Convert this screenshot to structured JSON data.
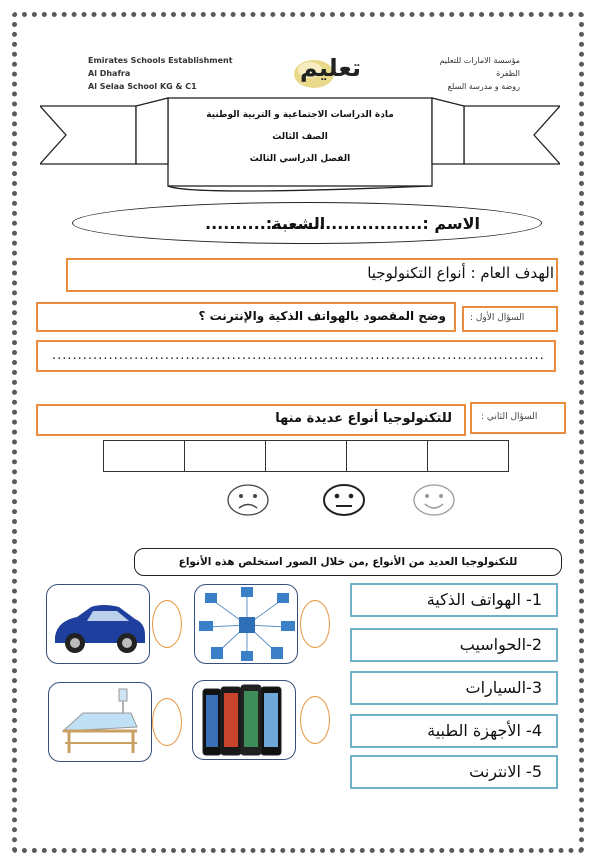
{
  "header": {
    "english_lines": [
      "Emirates Schools Establishment",
      "Al Dhafra",
      "Al Selaa School KG & C1"
    ],
    "arabic_lines": [
      "مؤسسة الامارات للتعليم",
      "الظفرة",
      "روضة و مدرسة السلع"
    ],
    "logo_text": "تعليم"
  },
  "subject": {
    "line1": "مادة الدراسات الاجتماعية و التربية الوطنية",
    "line2": "الصف الثالث",
    "line3": "الفصل الدراسي الثالث"
  },
  "student": {
    "name_label": "الاسم :.........................",
    "section_label": "الشعبة:.........."
  },
  "goal": "الهدف العام : أنواع التكنولوجيا",
  "question1": {
    "tag": "السؤال الأول :",
    "text": "وضح المقصود بالهواتف الذكية والإنترنت ؟",
    "answer_dots": "................................................................................................"
  },
  "question2": {
    "tag": "السؤال الثاني :",
    "text": "للتكنولوجيا أنواع عديدة منها"
  },
  "prompt": "للتكنولوجيا العديد من الأنواع ,من خلال الصور استخلص هذه الأنواع",
  "items": [
    "1- الهواتف الذكية",
    "2-الحواسيب",
    "3-السيارات",
    "4- الأجهزة الطبية",
    "5- الانترنت"
  ],
  "faces": [
    "sad-face",
    "neutral-face",
    "happy-face"
  ],
  "colors": {
    "orange": "#e88c3d",
    "blue_box": "#6fb2c9",
    "frame": "#35507a"
  }
}
